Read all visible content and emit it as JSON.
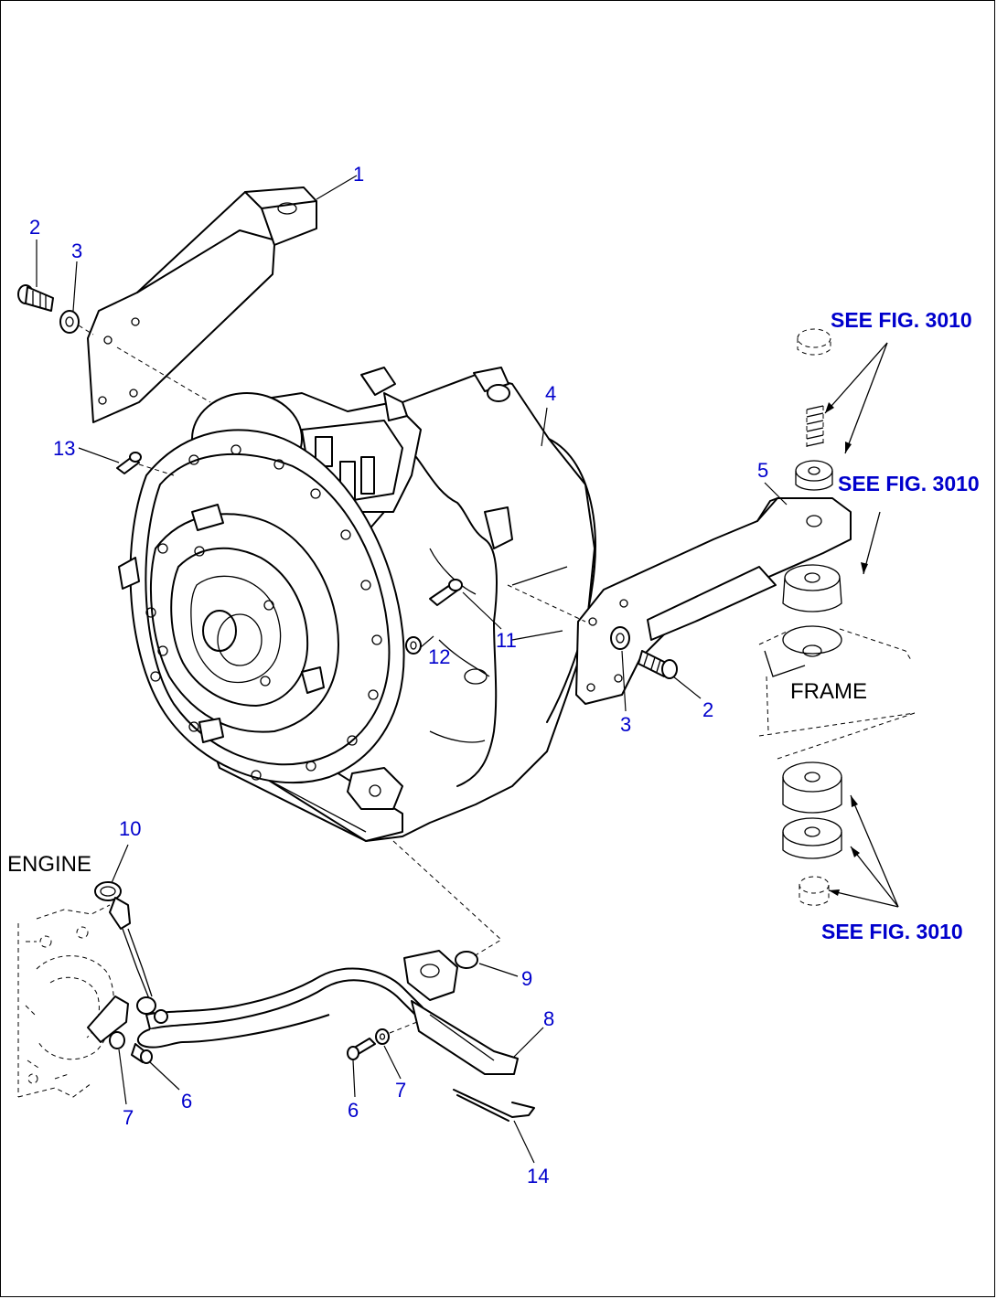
{
  "labels": {
    "engine": "ENGINE",
    "frame": "FRAME",
    "see_top": "SEE FIG. 3010",
    "see_mid": "SEE FIG. 3010",
    "see_bottom": "SEE FIG. 3010"
  },
  "callouts": {
    "c1": "1",
    "c2a": "2",
    "c3a": "3",
    "c4": "4",
    "c5": "5",
    "c13": "13",
    "c12": "12",
    "c11": "11",
    "c3b": "3",
    "c2b": "2",
    "c10": "10",
    "c9": "9",
    "c8": "8",
    "c6a": "6",
    "c7a": "7",
    "c6b": "6",
    "c7b": "7",
    "c14": "14"
  },
  "colors": {
    "callout": "#0000cc",
    "line": "#000000"
  }
}
